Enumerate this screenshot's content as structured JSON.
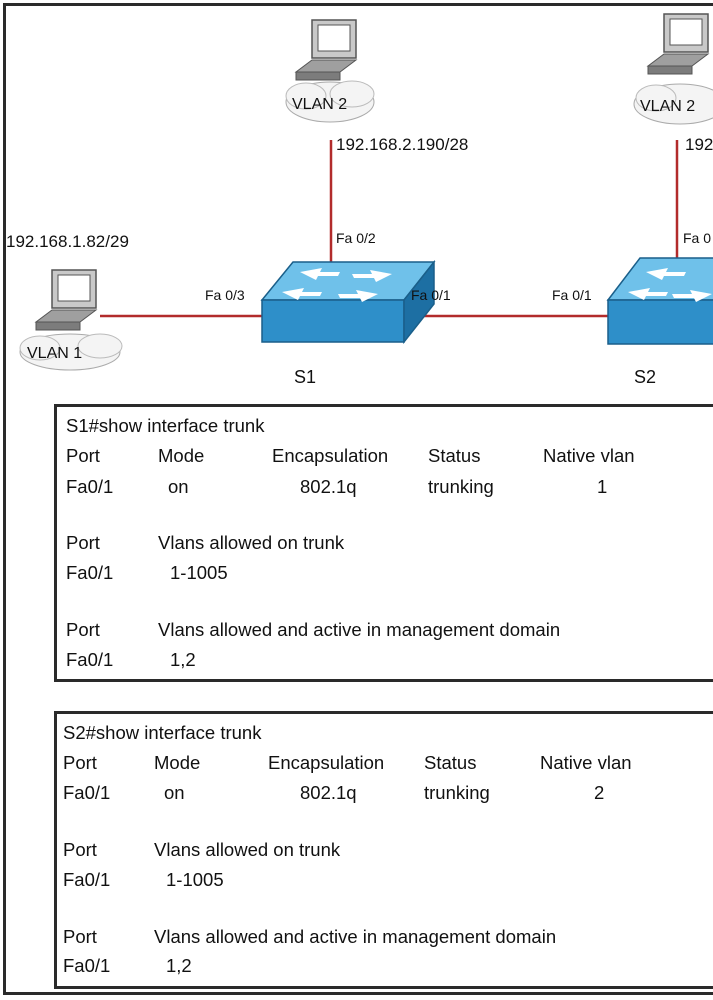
{
  "topology": {
    "vlan_tags": {
      "pc_top1": "VLAN 2",
      "pc_top2": "VLAN 2",
      "pc_left": "VLAN 1"
    },
    "ips": {
      "pc_top1": "192.168.2.190/28",
      "pc_left": "192.168.1.82/29",
      "pc_top2": "192"
    },
    "ports": {
      "s1_fa02": "Fa 0/2",
      "s1_fa03": "Fa 0/3",
      "s1_fa01": "Fa 0/1",
      "s2_fa01": "Fa 0/1",
      "s2_fa0x": "Fa 0"
    },
    "switches": {
      "s1": "S1",
      "s2": "S2"
    },
    "colors": {
      "link": "#b22b2b",
      "switch": "#2e8fc9",
      "switch_top": "#6fc1ea"
    }
  },
  "s1_output": {
    "prompt": "S1#show interface trunk",
    "h1": {
      "port": "Port",
      "mode": "Mode",
      "enc": "Encapsulation",
      "status": "Status",
      "native": "Native vlan"
    },
    "r1": {
      "port": "Fa0/1",
      "mode": "on",
      "enc": "802.1q",
      "status": "trunking",
      "native": "1"
    },
    "h2": {
      "port": "Port",
      "vlans": "Vlans allowed on trunk"
    },
    "r2": {
      "port": "Fa0/1",
      "vlans": "1-1005"
    },
    "h3": {
      "port": "Port",
      "vlans": "Vlans allowed and active in management domain"
    },
    "r3": {
      "port": "Fa0/1",
      "vlans": "1,2"
    }
  },
  "s2_output": {
    "prompt": "S2#show interface trunk",
    "h1": {
      "port": "Port",
      "mode": "Mode",
      "enc": "Encapsulation",
      "status": "Status",
      "native": "Native vlan"
    },
    "r1": {
      "port": "Fa0/1",
      "mode": "on",
      "enc": "802.1q",
      "status": "trunking",
      "native": "2"
    },
    "h2": {
      "port": "Port",
      "vlans": "Vlans allowed on trunk"
    },
    "r2": {
      "port": "Fa0/1",
      "vlans": "1-1005"
    },
    "h3": {
      "port": "Port",
      "vlans": "Vlans allowed and active in management domain"
    },
    "r3": {
      "port": "Fa0/1",
      "vlans": "1,2"
    }
  }
}
